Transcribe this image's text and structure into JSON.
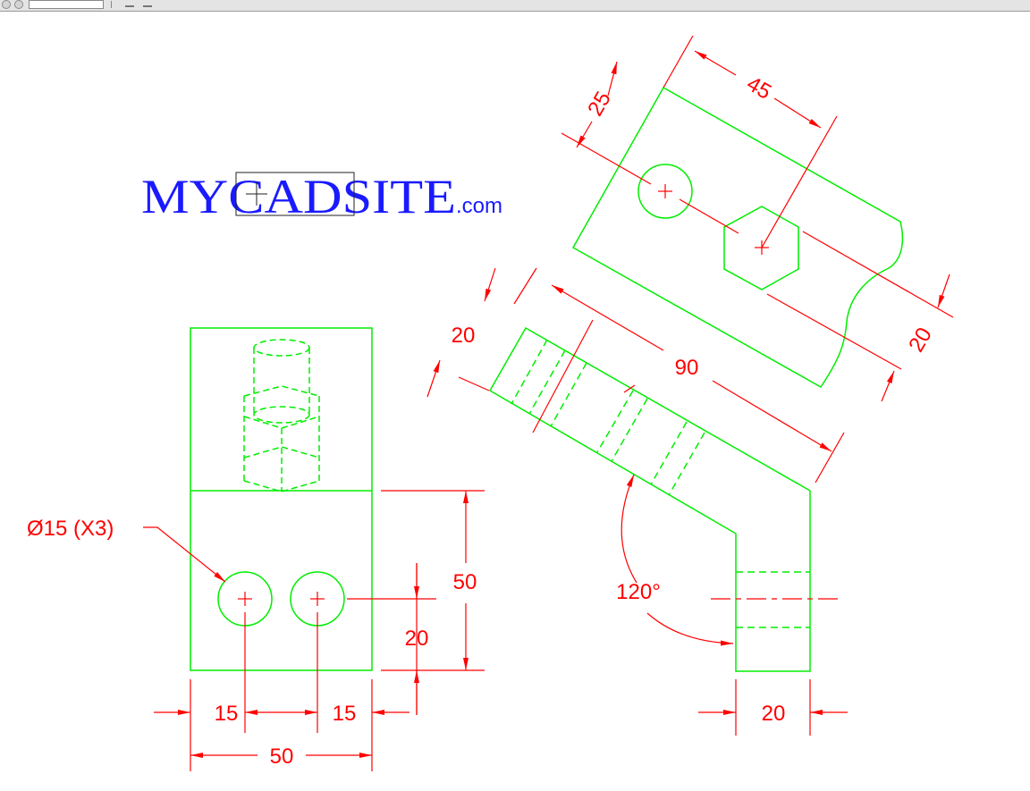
{
  "toolbar": {
    "zoom_value": ""
  },
  "logo": {
    "text": "MYCADSITE",
    "suffix": ".com"
  },
  "colors": {
    "geometry": "#00ee00",
    "dimension": "#ff0000",
    "logo": "#1a1aff",
    "background": "#ffffff"
  },
  "front_view": {
    "dim_width_total": "50",
    "dim_left_offset": "15",
    "dim_spacing": "15",
    "dim_height": "50",
    "dim_hole_height": "20",
    "hole_note": "Ø15 (X3)"
  },
  "side_view": {
    "dim_length": "90",
    "dim_thickness": "20",
    "dim_angle": "120°",
    "dim_bottom_width": "20"
  },
  "aux_view": {
    "dim_hole_offset": "25",
    "dim_hex_offset": "45",
    "dim_thickness": "20"
  }
}
